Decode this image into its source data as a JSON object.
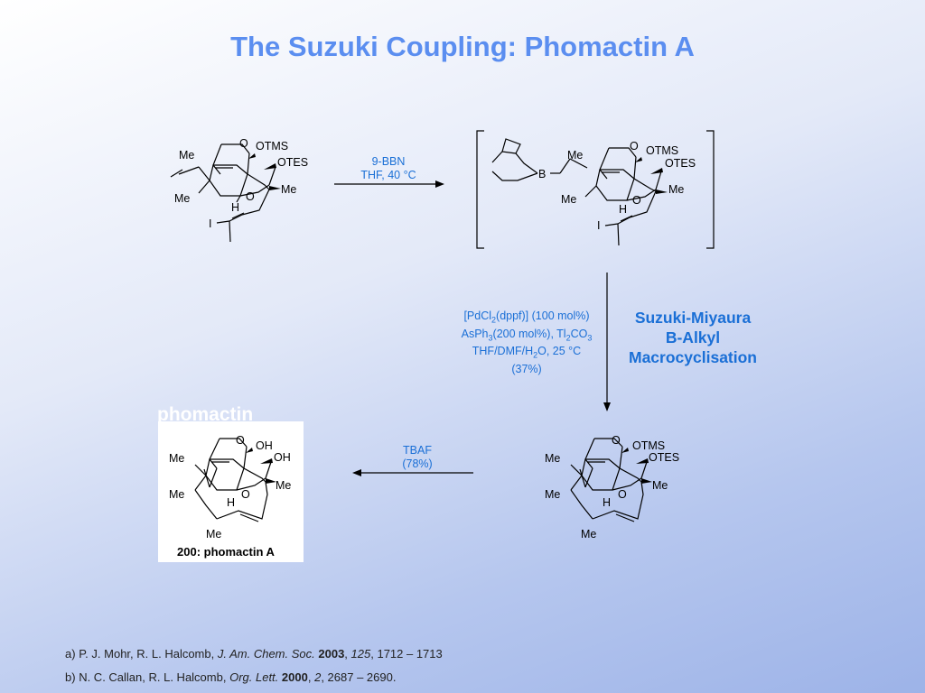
{
  "title": "The Suzuki Coupling: Phomactin A",
  "step1": {
    "reagent": "9-BBN",
    "conditions": "THF, 40 °C"
  },
  "step2": {
    "line1_pre": "[PdCl",
    "line1_sub": "2",
    "line1_post": "(dppf)] (100 mol%)",
    "line2_pre": "AsPh",
    "line2_sub": "3",
    "line2_mid": "(200 mol%), Tl",
    "line2_sub2": "2",
    "line2_post": "CO",
    "line2_sub3": "3",
    "line3_pre": "THF/DMF/H",
    "line3_sub": "2",
    "line3_post": "O, 25 °C",
    "yield": "(37%)"
  },
  "method": {
    "line1": "Suzuki-Miyaura",
    "line2": "B-Alkyl",
    "line3": "Macrocyclisation"
  },
  "step3": {
    "reagent": "TBAF",
    "yield": "(78%)"
  },
  "product": {
    "number": "200:",
    "name": "phomactin A",
    "ghost_label": "phomactin"
  },
  "atoms": {
    "O": "O",
    "OTMS": "OTMS",
    "OTES": "OTES",
    "Me": "Me",
    "H": "H",
    "I": "I",
    "B": "B",
    "OH": "OH"
  },
  "references": {
    "a": {
      "label": "a)",
      "authors": "P. J. Mohr, R. L. Halcomb,",
      "journal": "J. Am. Chem. Soc.",
      "year": "2003",
      "volume": "125",
      "pages": ", 1712 – 1713"
    },
    "b": {
      "label": "b)",
      "authors": "N. C. Callan, R. L. Halcomb,",
      "journal": "Org. Lett.",
      "year": "2000",
      "volume": "2",
      "pages": ", 2687 – 2690."
    }
  }
}
